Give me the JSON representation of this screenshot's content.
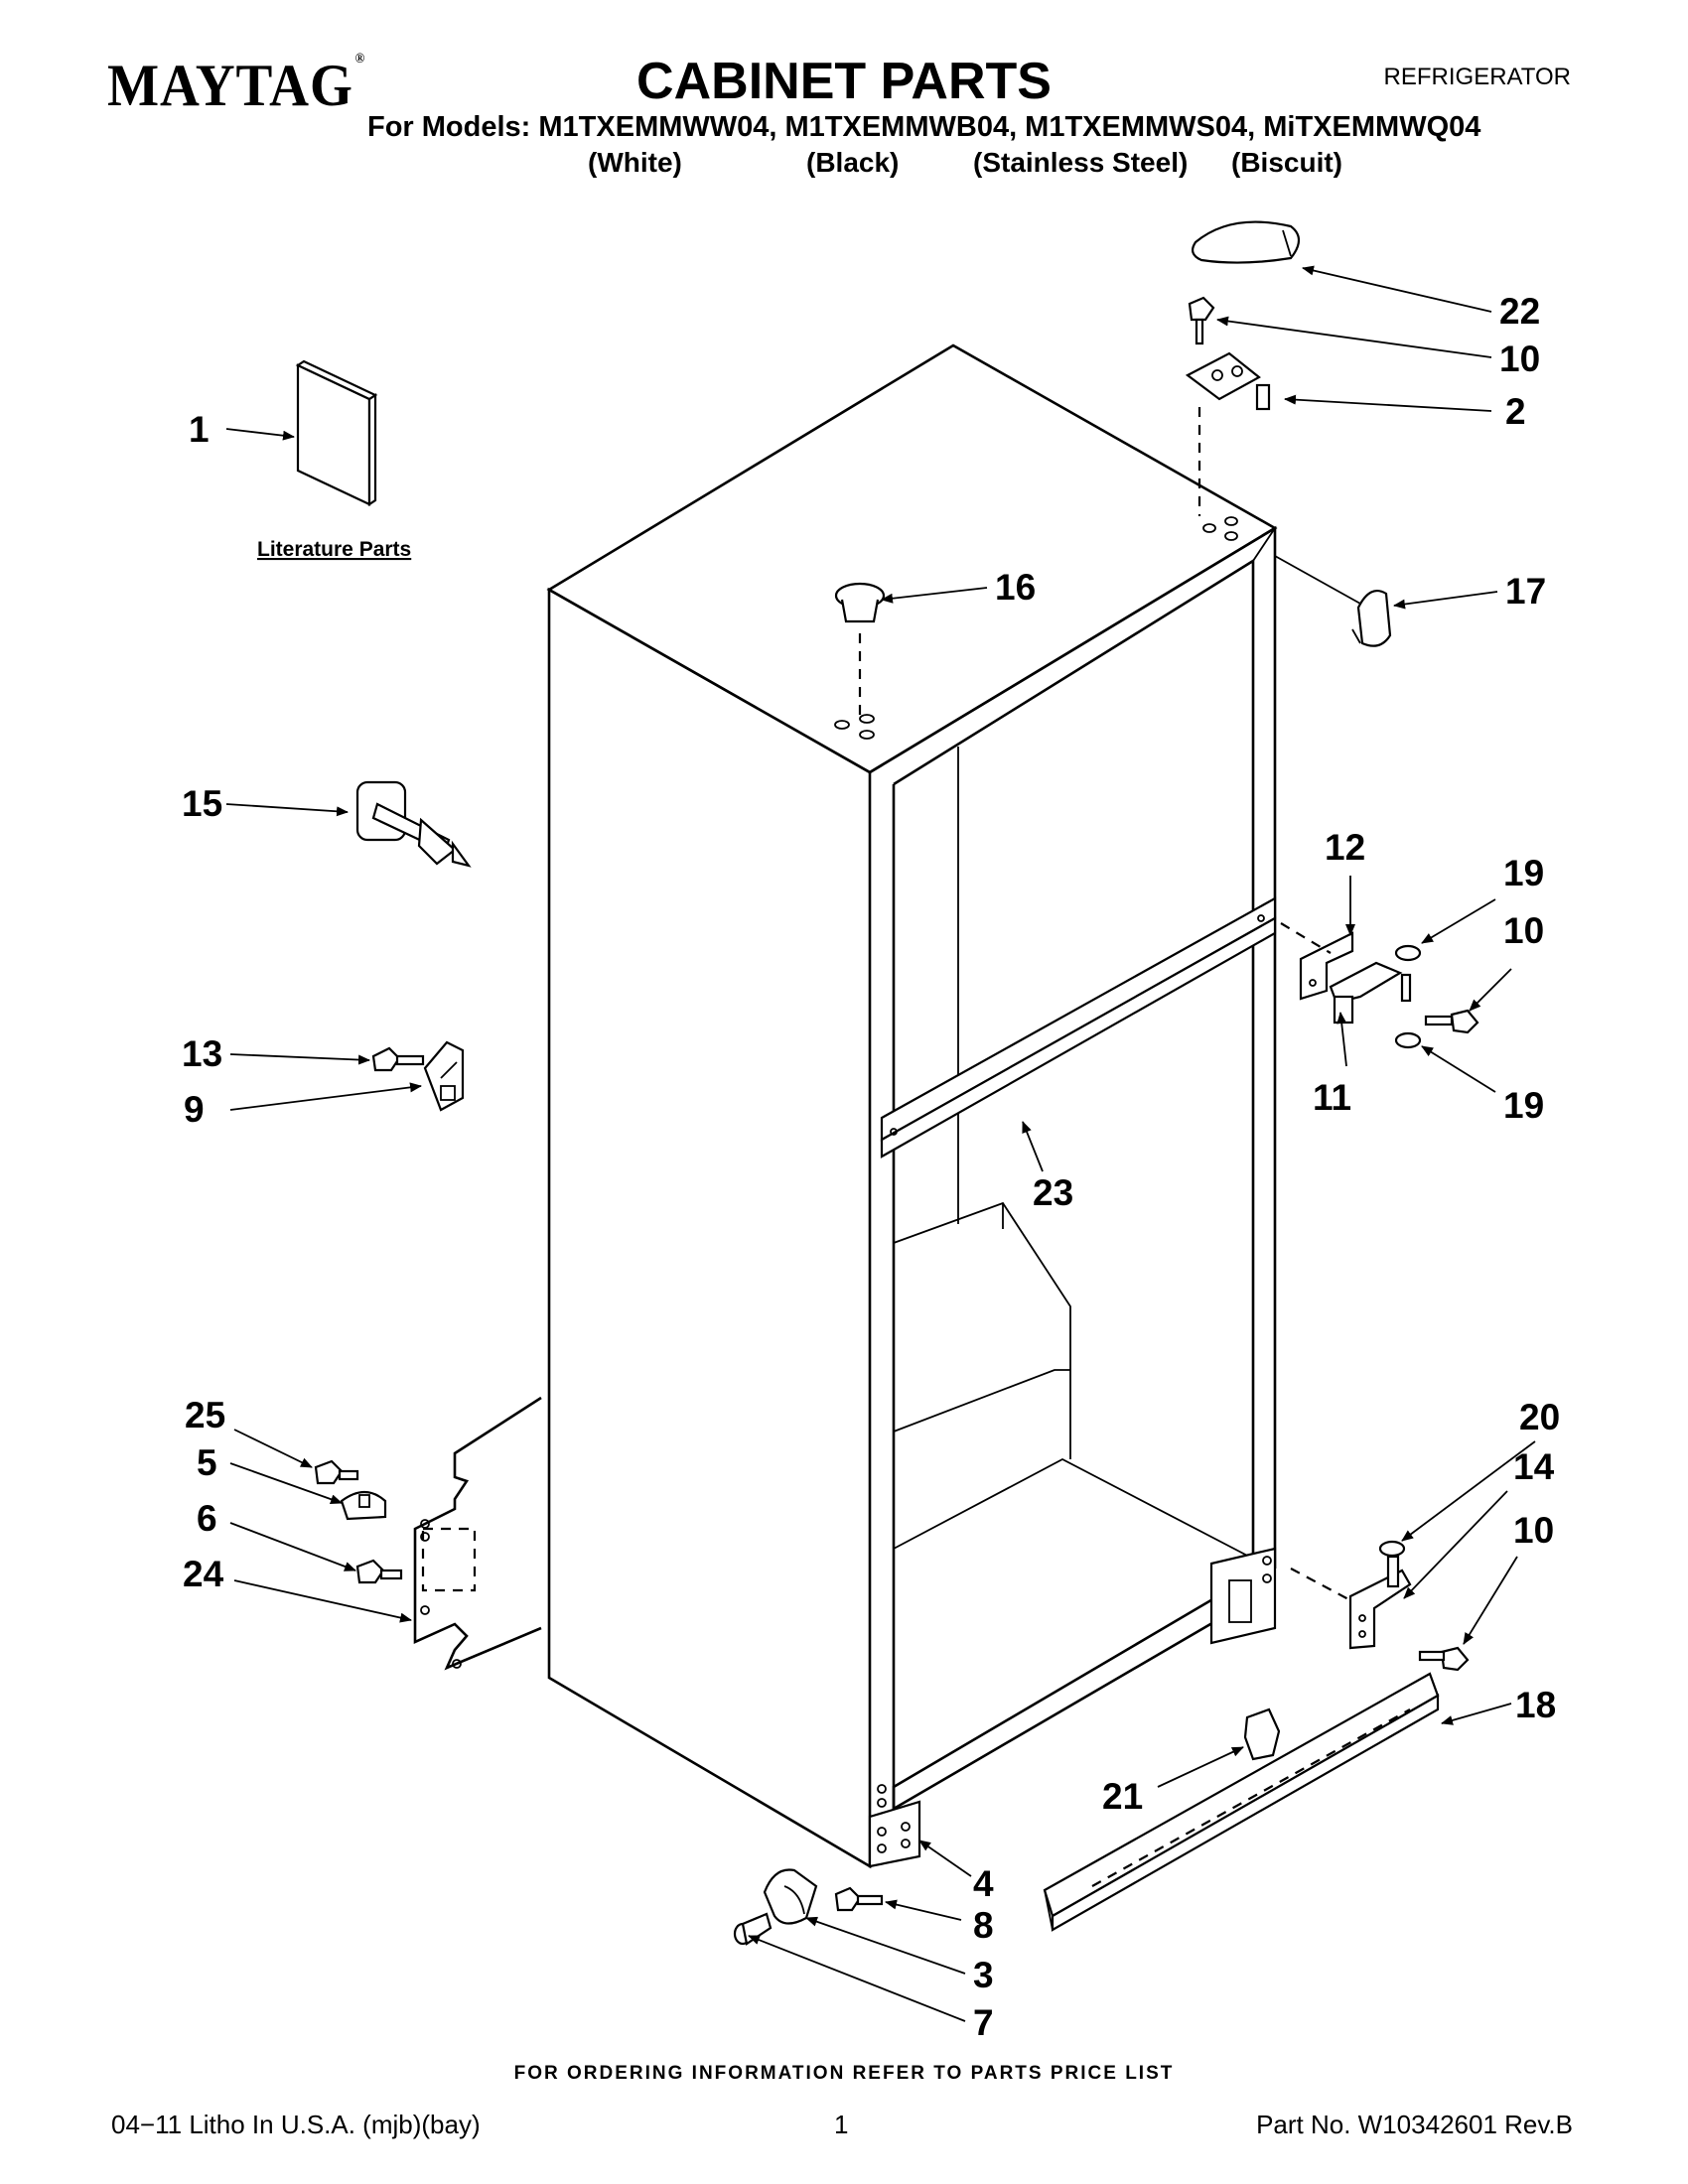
{
  "header": {
    "brand": "MAYTAG",
    "brand_mark": "®",
    "title": "CABINET PARTS",
    "category": "REFRIGERATOR",
    "models_line": "For Models: M1TXEMMWW04, M1TXEMMWB04, M1TXEMMWS04, MiTXEMMWQ04",
    "finishes": [
      "(White)",
      "(Black)",
      "(Stainless Steel)",
      "(Biscuit)"
    ]
  },
  "diagram": {
    "literature_label": "Literature Parts",
    "callouts": {
      "c1": "1",
      "c22": "22",
      "c10a": "10",
      "c2": "2",
      "c16": "16",
      "c17": "17",
      "c15": "15",
      "c12": "12",
      "c19a": "19",
      "c10b": "10",
      "c11": "11",
      "c19b": "19",
      "c13": "13",
      "c9": "9",
      "c23": "23",
      "c25": "25",
      "c5": "5",
      "c6": "6",
      "c24": "24",
      "c20": "20",
      "c14": "14",
      "c10c": "10",
      "c18": "18",
      "c21": "21",
      "c4": "4",
      "c8": "8",
      "c3": "3",
      "c7": "7"
    }
  },
  "footer": {
    "ordering_note": "FOR ORDERING INFORMATION REFER TO PARTS PRICE LIST",
    "litho": "04−11 Litho In U.S.A. (mjb)(bay)",
    "page": "1",
    "part_no": "Part No. W10342601 Rev.B"
  }
}
